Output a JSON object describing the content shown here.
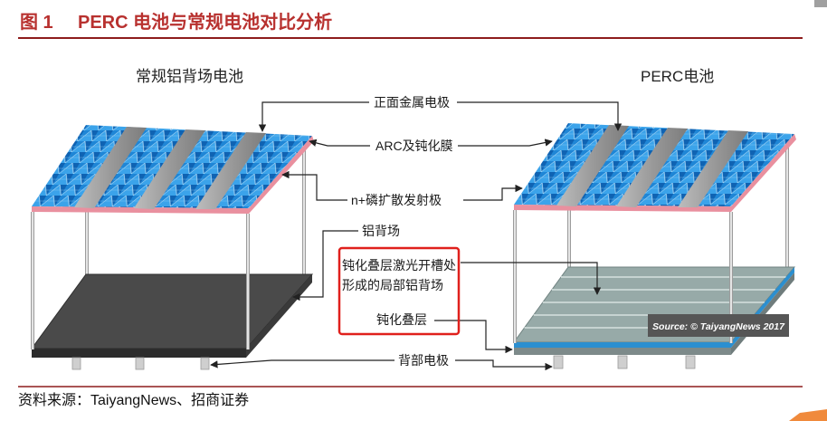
{
  "figure": {
    "number": "图 1",
    "title": "PERC 电池与常规电池对比分析"
  },
  "cells": {
    "conventional": "常规铝背场电池",
    "perc": "PERC电池"
  },
  "labels": {
    "front_electrode": "正面金属电极",
    "arc_passivation": "ARC及钝化膜",
    "emitter": "n+磷扩散发射极",
    "al_bsf": "铝背场",
    "local_bsf_line1": "钝化叠层激光开槽处",
    "local_bsf_line2": "形成的局部铝背场",
    "passivation_stack": "钝化叠层",
    "rear_electrode": "背部电极"
  },
  "watermark": "Source: © TaiyangNews 2017",
  "footer": {
    "source": "资料来源：TaiyangNews、招商证券"
  },
  "colors": {
    "title": "#b8312f",
    "rule": "#8e1c1c",
    "highlight_box": "#e0201c"
  }
}
